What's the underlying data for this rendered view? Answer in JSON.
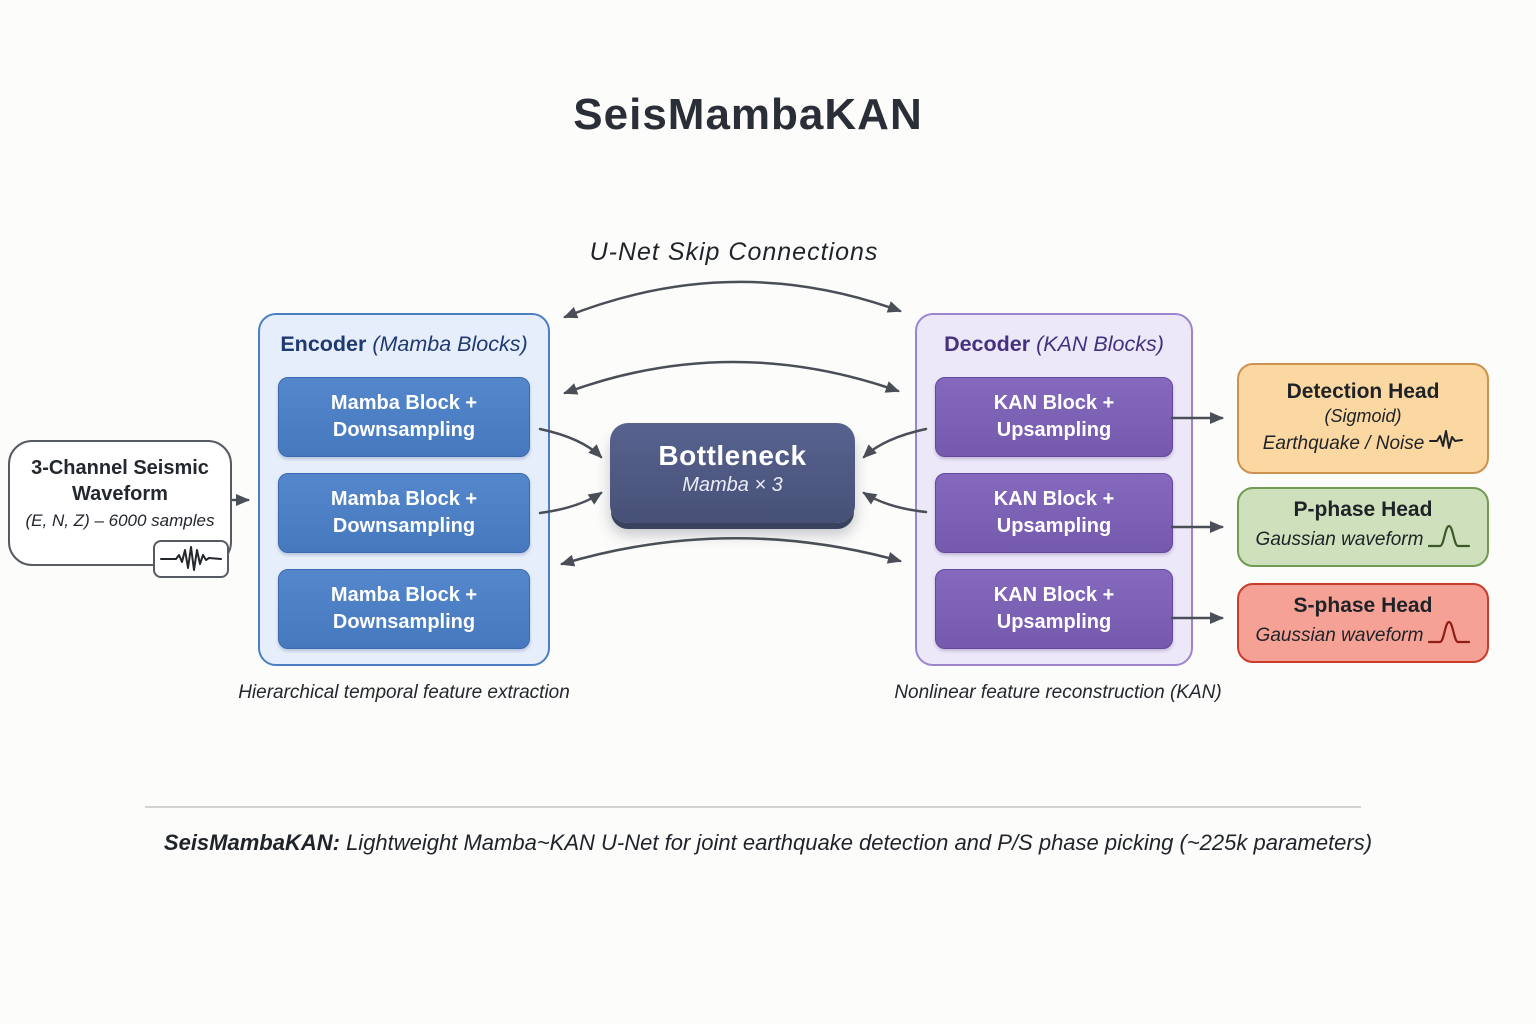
{
  "title": "SeisMambaKAN",
  "skip_connections_label": "U-Net Skip Connections",
  "input_box": {
    "line1": "3-Channel Seismic",
    "line2": "Waveform",
    "line3": "(E, N, Z) – 6000 samples"
  },
  "encoder": {
    "title": "Encoder ",
    "title_paren": "(Mamba Blocks)",
    "blocks": [
      {
        "line1": "Mamba Block +",
        "line2": "Downsampling"
      },
      {
        "line1": "Mamba Block +",
        "line2": "Downsampling"
      },
      {
        "line1": "Mamba Block +",
        "line2": "Downsampling"
      }
    ],
    "caption": "Hierarchical temporal feature extraction"
  },
  "bottleneck": {
    "title": "Bottleneck",
    "subtitle": "Mamba × 3"
  },
  "decoder": {
    "title": "Decoder ",
    "title_paren": "(KAN Blocks)",
    "blocks": [
      {
        "line1": "KAN Block +",
        "line2": "Upsampling"
      },
      {
        "line1": "KAN Block +",
        "line2": "Upsampling"
      },
      {
        "line1": "KAN Block +",
        "line2": "Upsampling"
      }
    ],
    "caption": "Nonlinear feature reconstruction (KAN)"
  },
  "heads": [
    {
      "title": "Detection Head",
      "subtitle": "(Sigmoid)",
      "detail": "Earthquake / Noise"
    },
    {
      "title": "P-phase Head",
      "detail": "Gaussian waveform"
    },
    {
      "title": "S-phase Head",
      "detail": "Gaussian waveform"
    }
  ],
  "footer": {
    "prefix": "SeisMambaKAN:",
    "text": " Lightweight Mamba~KAN U-Net for joint earthquake detection and P/S phase picking (~225k parameters)"
  },
  "colors": {
    "encoder_block": "#4d7fc6",
    "encoder_bg": "#e7eefb",
    "encoder_border": "#4b7fc1",
    "decoder_block": "#7d62b6",
    "decoder_bg": "#ece8f8",
    "decoder_border": "#9c84cf",
    "bottleneck": "#4b5681",
    "detection_bg": "#fbd7a2",
    "detection_border": "#cf9150",
    "p_phase_bg": "#cfe0bd",
    "p_phase_border": "#719a52",
    "s_phase_bg": "#f5a195",
    "s_phase_border": "#c83d2c",
    "arrow": "#4a4f57"
  }
}
